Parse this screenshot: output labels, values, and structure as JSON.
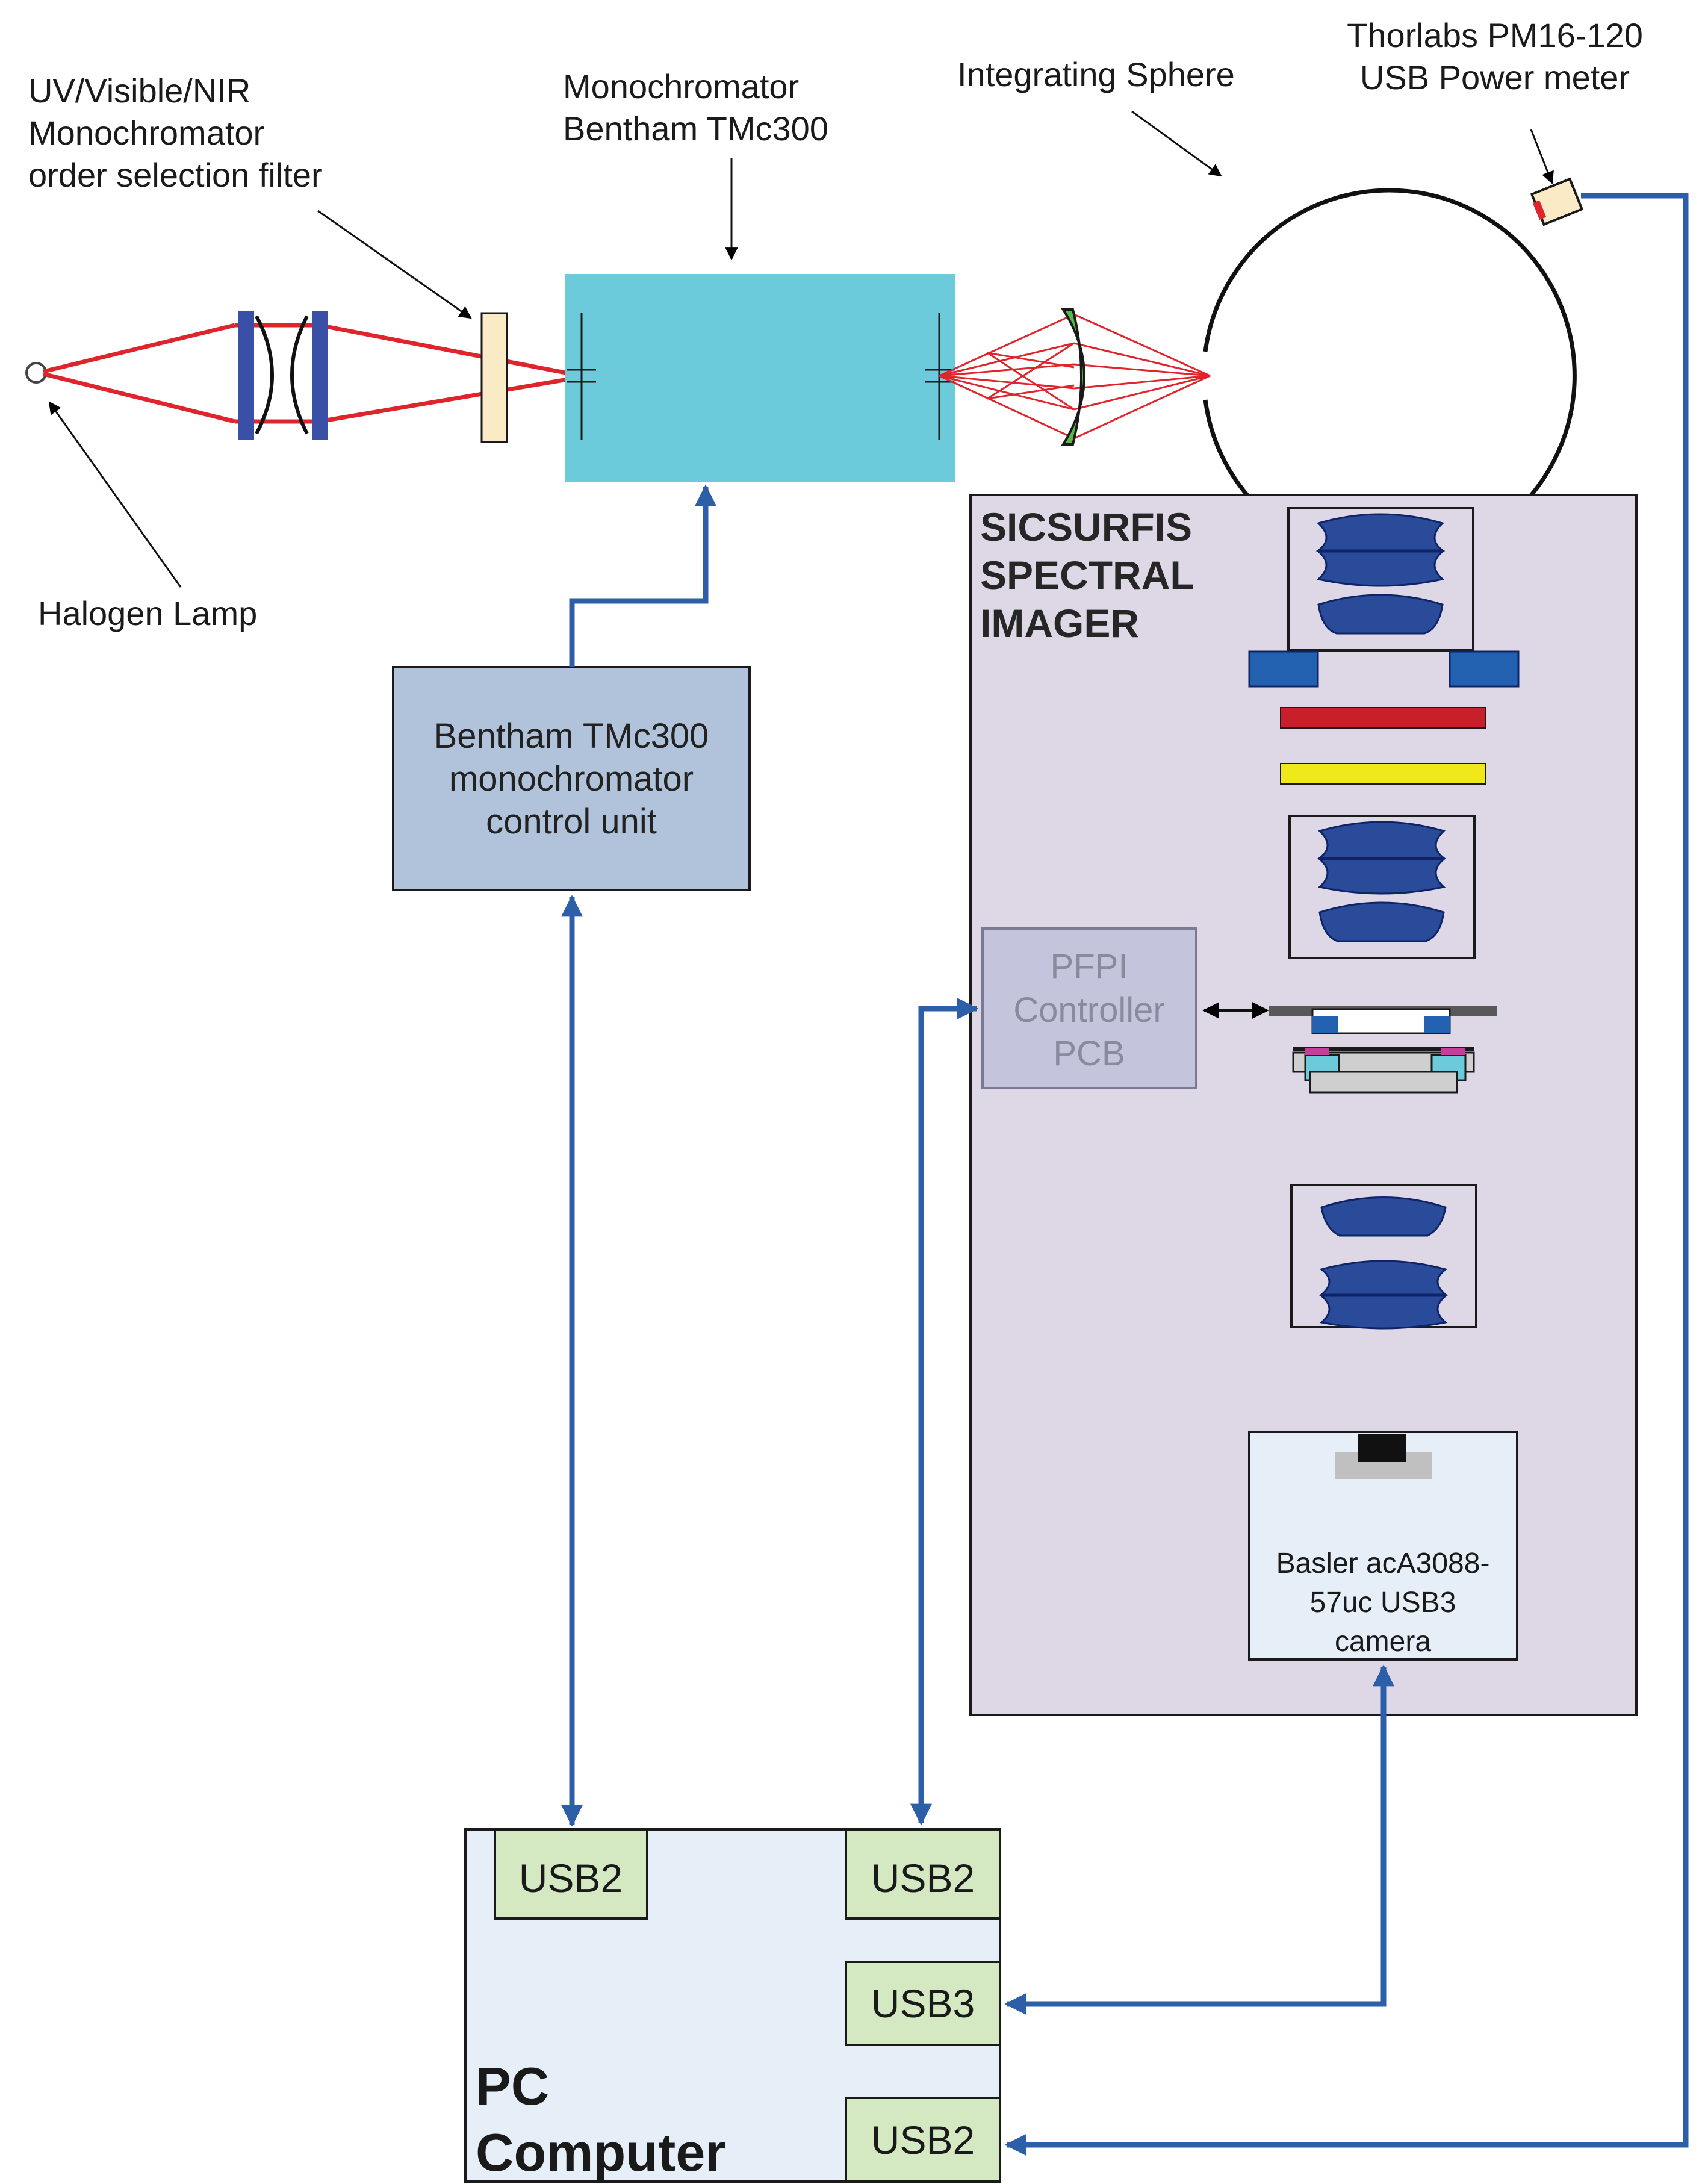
{
  "labels": {
    "uv_filter": [
      "UV/Visible/NIR",
      "Monochromator",
      "order selection filter"
    ],
    "monochromator": [
      "Monochromator",
      "Bentham TMc300"
    ],
    "sphere": "Integrating Sphere",
    "power_meter": [
      "Thorlabs PM16-120",
      "USB Power meter"
    ],
    "lamp": "Halogen Lamp",
    "control_unit": [
      "Bentham TMc300",
      "monochromator",
      "control unit"
    ],
    "imager": [
      "SICSURFIS",
      "SPECTRAL",
      "IMAGER"
    ],
    "pfpi": [
      "PFPI",
      "Controller",
      "PCB"
    ],
    "camera": [
      "Basler acA3088-",
      "57uc USB3",
      "camera"
    ],
    "pc": [
      "PC",
      "Computer"
    ],
    "ports": [
      "USB2",
      "USB2",
      "USB3",
      "USB2"
    ]
  },
  "colors": {
    "beam": "#e0242c",
    "cable": "#2d5fa8",
    "monochromator_fill": "#6ccbdb",
    "control_unit_fill": "#b0c3da",
    "imager_fill": "#ded8e6",
    "pfpi_fill": "#c4c4dc",
    "pc_fill": "#e6eef7",
    "port_fill": "#d4e8c2",
    "lens_fill": "#2a4a9a",
    "filter_red": "#c8202a",
    "filter_yellow": "#f0e81a",
    "collector_lens": "#5ab848"
  }
}
